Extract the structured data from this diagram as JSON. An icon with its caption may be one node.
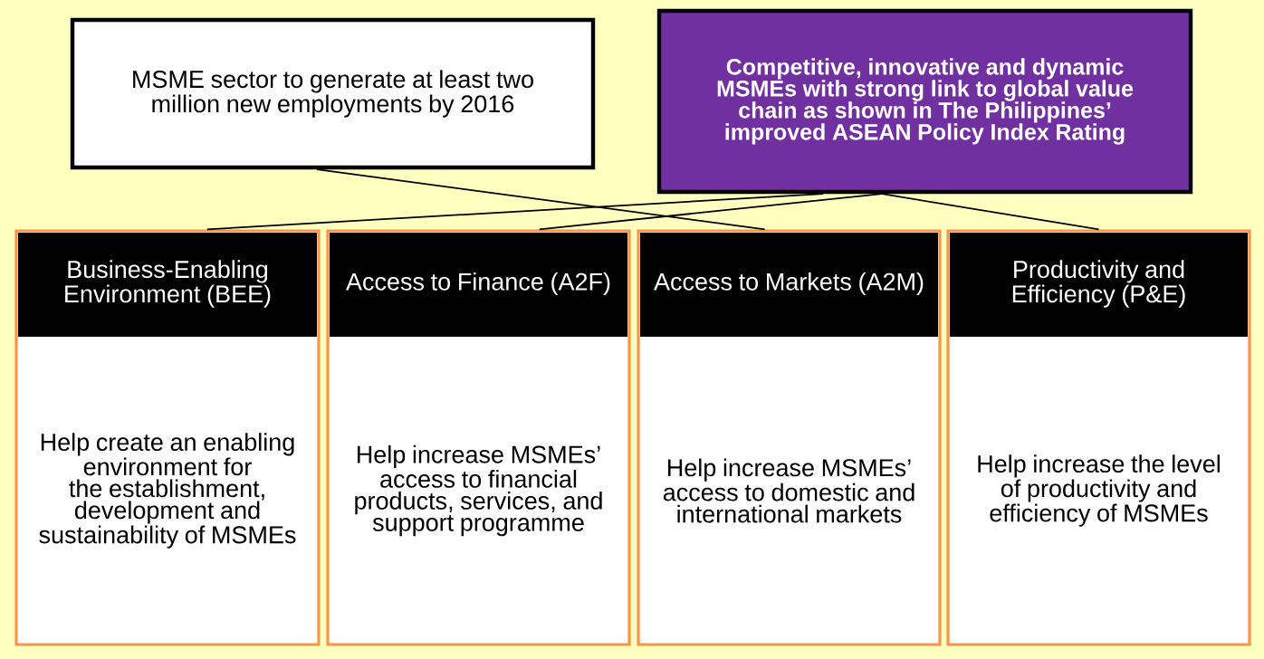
{
  "diagram": {
    "nodes": [
      {
        "text": [
          "MSME sector to generate at least two million new employments by 2016"
        ]
      },
      {
        "text": [
          "Competitive, innovative and dynamic MSMEs with strong link to global value chain as shown in The Philippines’ improved ASEAN Policy Index Rating"
        ]
      },
      {
        "text": [
          "Business-Enabling Environment (BEE)",
          "Help create an enabling environment for the establishment, development and sustainability of MSMEs"
        ]
      },
      {
        "text": [
          "Access to Finance (A2F)",
          "Help increase MSMEs’ access to financial products, services, and support programme"
        ]
      },
      {
        "text": [
          "Access to Markets (A2M)",
          "Help increase MSMEs’ access to domestic and international markets"
        ]
      },
      {
        "text": [
          "Productivity and Efficiency (P&E)",
          "Help increase the level of productivity and efficiency of MSMEs"
        ]
      }
    ],
    "edges": [
      {
        "from": 0,
        "to": 4,
        "arrow": "none"
      },
      {
        "from": 1,
        "to": 2,
        "arrow": "none"
      },
      {
        "from": 1,
        "to": 3,
        "arrow": "none"
      },
      {
        "from": 1,
        "to": 5,
        "arrow": "none"
      }
    ]
  }
}
